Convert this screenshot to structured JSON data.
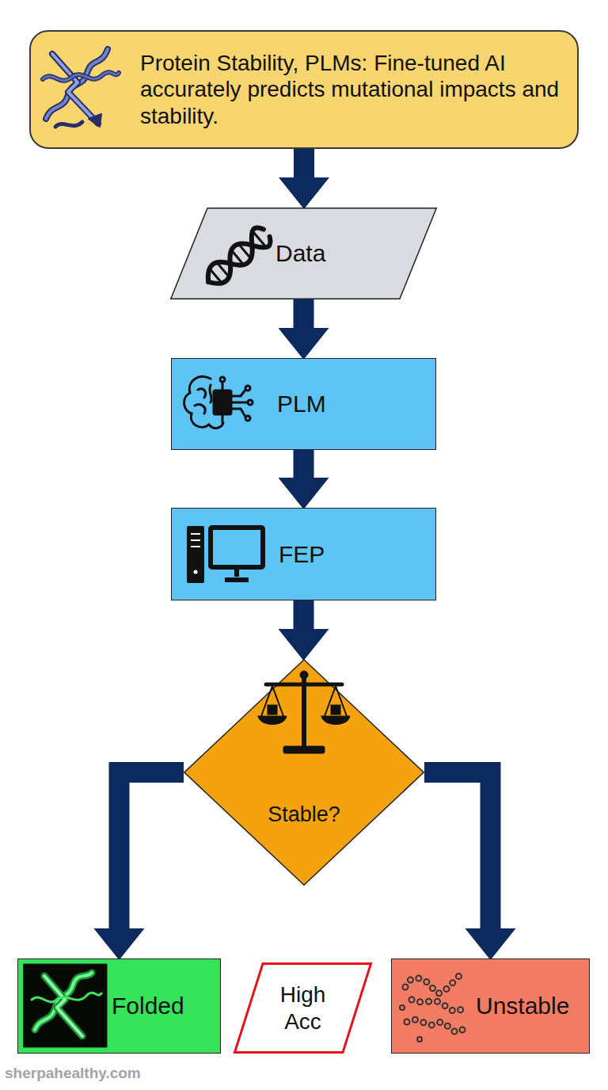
{
  "diagram": {
    "nodes": [
      {
        "text": [
          "Protein Stability, PLMs: Fine-tuned AI accurately predicts mutational impacts and stability."
        ]
      },
      {
        "text": [
          "Data"
        ]
      },
      {
        "text": [
          "PLM"
        ]
      },
      {
        "text": [
          "FEP"
        ]
      },
      {
        "text": [
          "Stable?"
        ]
      },
      {
        "text": [
          "Folded"
        ]
      },
      {
        "text": [
          "High Acc"
        ]
      },
      {
        "text": [
          "Unstable"
        ]
      }
    ],
    "edges": [
      {
        "from": 0,
        "to": 1,
        "arrow": "to"
      },
      {
        "from": 1,
        "to": 2,
        "arrow": "to"
      },
      {
        "from": 2,
        "to": 3,
        "arrow": "to"
      },
      {
        "from": 3,
        "to": 4,
        "arrow": "to"
      },
      {
        "from": 4,
        "to": 5,
        "arrow": "to"
      },
      {
        "from": 4,
        "to": 7,
        "arrow": "to"
      }
    ],
    "labels": [
      "sherpahealthy.com"
    ]
  }
}
